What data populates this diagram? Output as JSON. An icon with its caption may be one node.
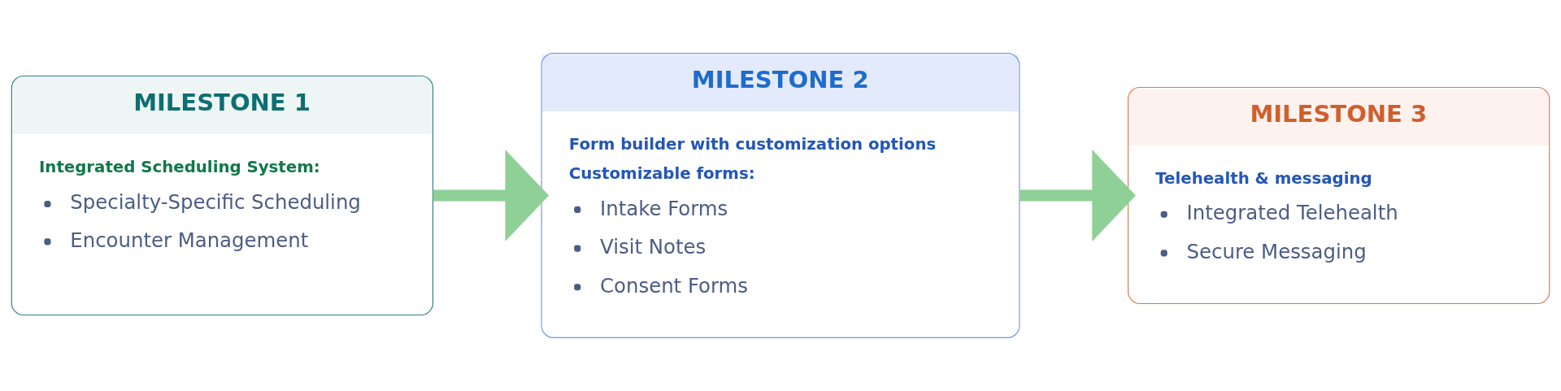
{
  "diagram": {
    "nodes": [
      {
        "text": [
          "MILESTONE 1",
          "Integrated Scheduling System:",
          "Specialty-Specific Scheduling",
          "Encounter Management"
        ]
      },
      {
        "text": [
          "MILESTONE 2",
          "Form builder with customization options",
          "Customizable forms:",
          "Intake Forms",
          "Visit Notes",
          "Consent Forms"
        ]
      },
      {
        "text": [
          "MILESTONE 3",
          "Telehealth & messaging",
          "Integrated Telehealth",
          "Secure Messaging"
        ]
      }
    ],
    "edges": [
      {
        "from": 0,
        "to": 1,
        "arrow": "to"
      },
      {
        "from": 1,
        "to": 2,
        "arrow": "to"
      }
    ]
  }
}
